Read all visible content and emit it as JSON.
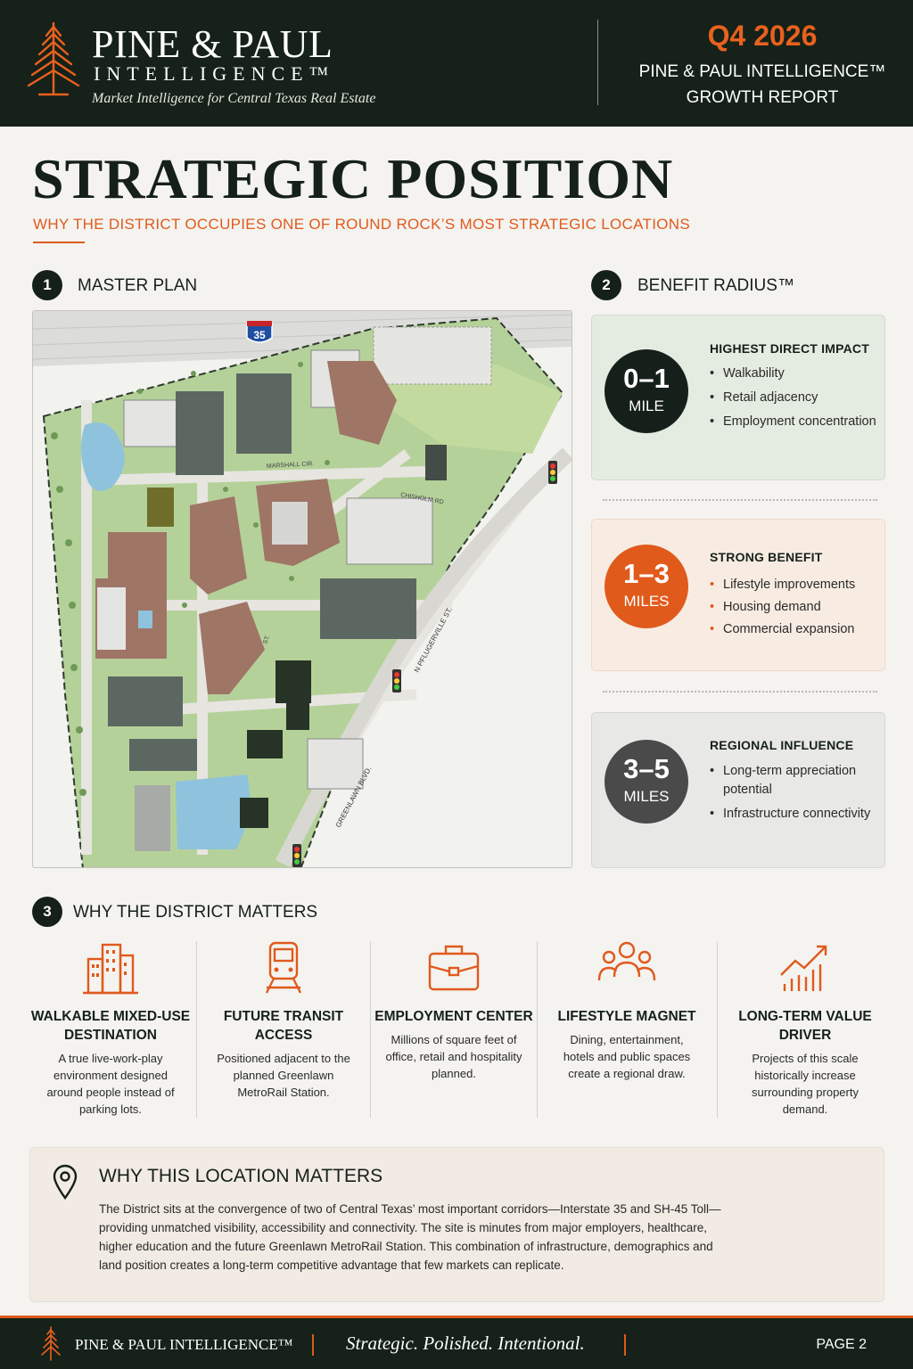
{
  "header": {
    "brand_name": "PINE & PAUL",
    "brand_sub": "INTELLIGENCE™",
    "tagline": "Market Intelligence for Central Texas Real Estate",
    "quarter": "Q4 2026",
    "report_line1": "PINE & PAUL INTELLIGENCE™",
    "report_line2": "GROWTH REPORT"
  },
  "title": "STRATEGIC POSITION",
  "subtitle": "WHY THE DISTRICT OCCUPIES ONE OF ROUND ROCK’S MOST STRATEGIC LOCATIONS",
  "sections": {
    "s1": {
      "num": "1",
      "title": "MASTER PLAN"
    },
    "s2": {
      "num": "2",
      "title": "BENEFIT RADIUS™"
    },
    "s3": {
      "num": "3",
      "title": "WHY THE DISTRICT MATTERS"
    }
  },
  "map": {
    "highway_shield": "35",
    "street_marshall": "MARSHALL CIR.",
    "street_chisholm": "CHISHOLM RD",
    "street_pflugerville": "N PFLUGERVILLE ST.",
    "street_greenlawn": "GREENLAWN BLVD.",
    "street_small": "ST."
  },
  "radius": [
    {
      "range": "0–1",
      "unit": "MILE",
      "heading": "HIGHEST DIRECT IMPACT",
      "items": [
        "Walkability",
        "Retail adjacency",
        "Employment concentration"
      ],
      "color": "#16201a",
      "bg": "#e4ebe1"
    },
    {
      "range": "1–3",
      "unit": "MILES",
      "heading": "STRONG BENEFIT",
      "items": [
        "Lifestyle improvements",
        "Housing demand",
        "Commercial expansion"
      ],
      "color": "#e05a1c",
      "bg": "#f8ece2"
    },
    {
      "range": "3–5",
      "unit": "MILES",
      "heading": "REGIONAL INFLUENCE",
      "items": [
        "Long-term appreciation potential",
        "Infrastructure connectivity"
      ],
      "color": "#4a4a4a",
      "bg": "#e8e8e6"
    }
  ],
  "matters": [
    {
      "icon": "buildings-icon",
      "title": "WALKABLE MIXED-USE DESTINATION",
      "text": "A true live-work-play environment designed around people instead of parking lots."
    },
    {
      "icon": "train-icon",
      "title": "FUTURE TRANSIT ACCESS",
      "text": "Positioned adjacent to the planned Greenlawn MetroRail Station."
    },
    {
      "icon": "briefcase-icon",
      "title": "EMPLOYMENT CENTER",
      "text": "Millions of square feet of office, retail and hospitality planned."
    },
    {
      "icon": "people-icon",
      "title": "LIFESTYLE MAGNET",
      "text": "Dining, entertainment, hotels and public spaces create a regional draw."
    },
    {
      "icon": "growth-chart-icon",
      "title": "LONG-TERM VALUE DRIVER",
      "text": "Projects of this scale historically increase surrounding property demand."
    }
  ],
  "location": {
    "title": "WHY THIS LOCATION MATTERS",
    "text": "The District sits at the convergence of two of Central Texas’ most important corridors—Interstate 35 and SH-45 Toll—providing unmatched visibility, accessibility and connectivity. The site is minutes from major employers, healthcare, higher education and the future Greenlawn MetroRail Station. This combination of infrastructure, demographics and land position creates a long-term competitive advantage that few markets can replicate."
  },
  "footer": {
    "brand": "PINE & PAUL INTELLIGENCE™",
    "tagline": "Strategic. Polished. Intentional.",
    "page": "PAGE 2"
  },
  "colors": {
    "accent": "#e05a1c",
    "dark": "#152119"
  }
}
